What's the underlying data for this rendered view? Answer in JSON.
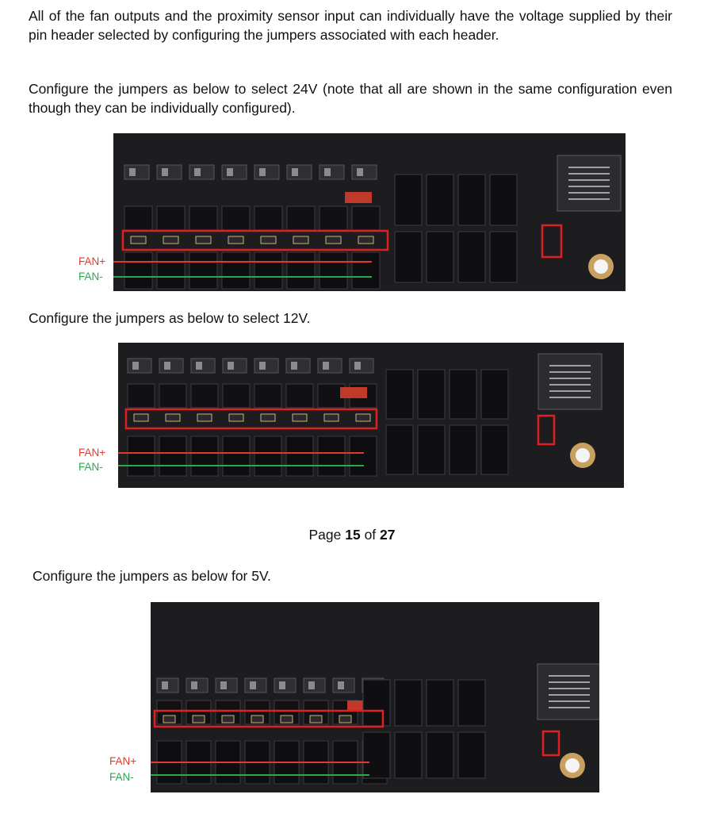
{
  "document": {
    "para1": "All of the fan outputs and the proximity sensor input can individually have the voltage supplied by their pin header selected by configuring the jumpers associated with each header.",
    "para2": "Configure the jumpers as below to select 24V (note that all are shown in the same configuration even though they can be individually configured).",
    "caption_12v": "Configure the jumpers as below to select 12V.",
    "page_label": "Page",
    "page_current": "15",
    "page_of": "of",
    "page_total": "27",
    "caption_5v": "Configure the jumpers as below for 5V."
  },
  "figures": [
    {
      "fan_plus": "FAN+",
      "fan_minus": "FAN-"
    },
    {
      "fan_plus": "FAN+",
      "fan_minus": "FAN-"
    },
    {
      "fan_plus": "FAN+",
      "fan_minus": "FAN-"
    }
  ],
  "colors": {
    "highlight": "#e02020",
    "fan_plus": "#e23a2a",
    "fan_minus": "#2aa84a",
    "board": "#1c1c1e"
  }
}
